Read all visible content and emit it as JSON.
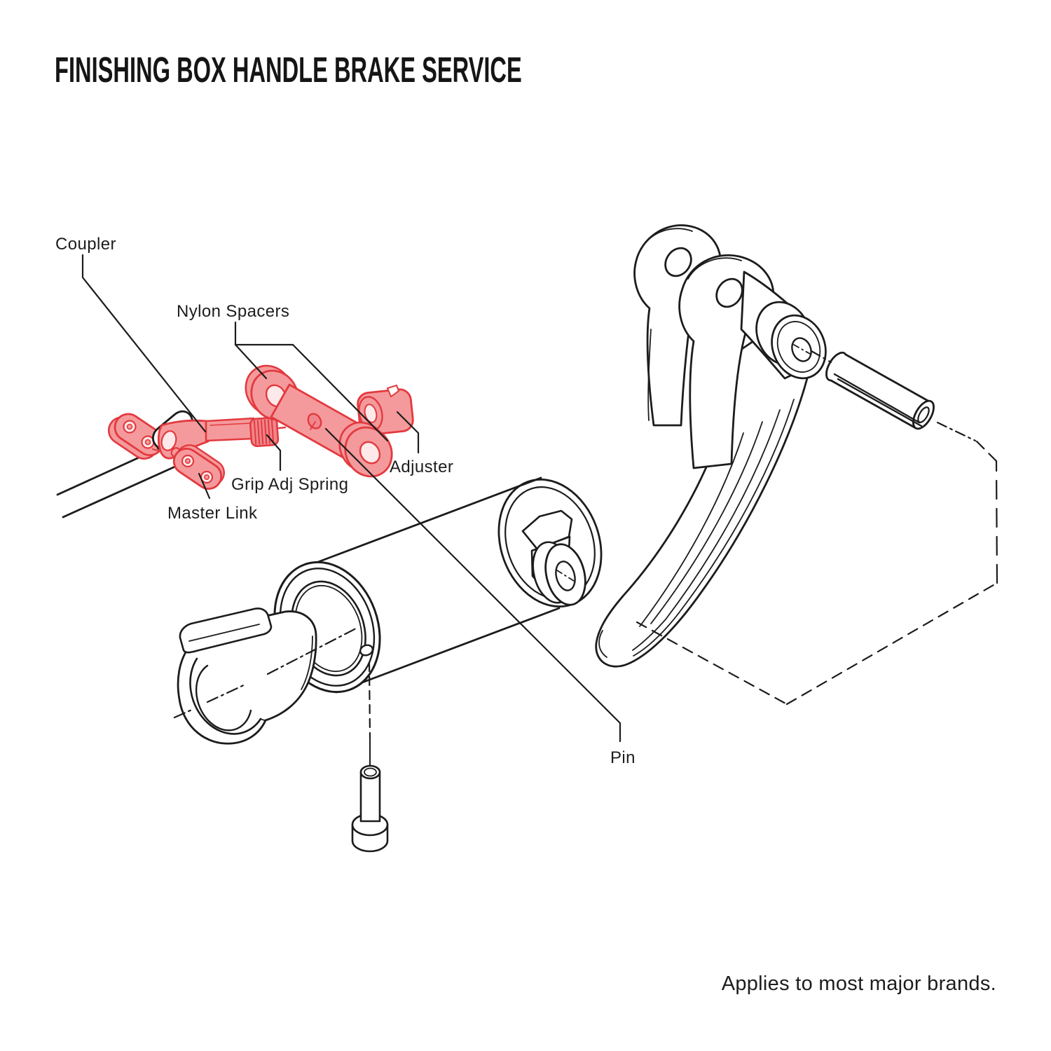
{
  "title": "FINISHING BOX HANDLE BRAKE SERVICE",
  "footer": "Applies to most major brands.",
  "labels": {
    "coupler": "Coupler",
    "nylon_spacers": "Nylon Spacers",
    "master_link": "Master Link",
    "grip_adj_spring": "Grip Adj Spring",
    "adjuster": "Adjuster",
    "pin": "Pin"
  },
  "parts": [
    {
      "name": "Coupler",
      "highlighted": true
    },
    {
      "name": "Nylon Spacers",
      "highlighted": true
    },
    {
      "name": "Master Link",
      "highlighted": true
    },
    {
      "name": "Grip Adj Spring",
      "highlighted": true
    },
    {
      "name": "Adjuster",
      "highlighted": true
    },
    {
      "name": "Pin",
      "highlighted": false
    }
  ],
  "colors": {
    "highlight_fill": "#F59A9C",
    "highlight_stroke": "#E23A3F",
    "line": "#1C1C1C",
    "background": "#FFFFFF"
  }
}
